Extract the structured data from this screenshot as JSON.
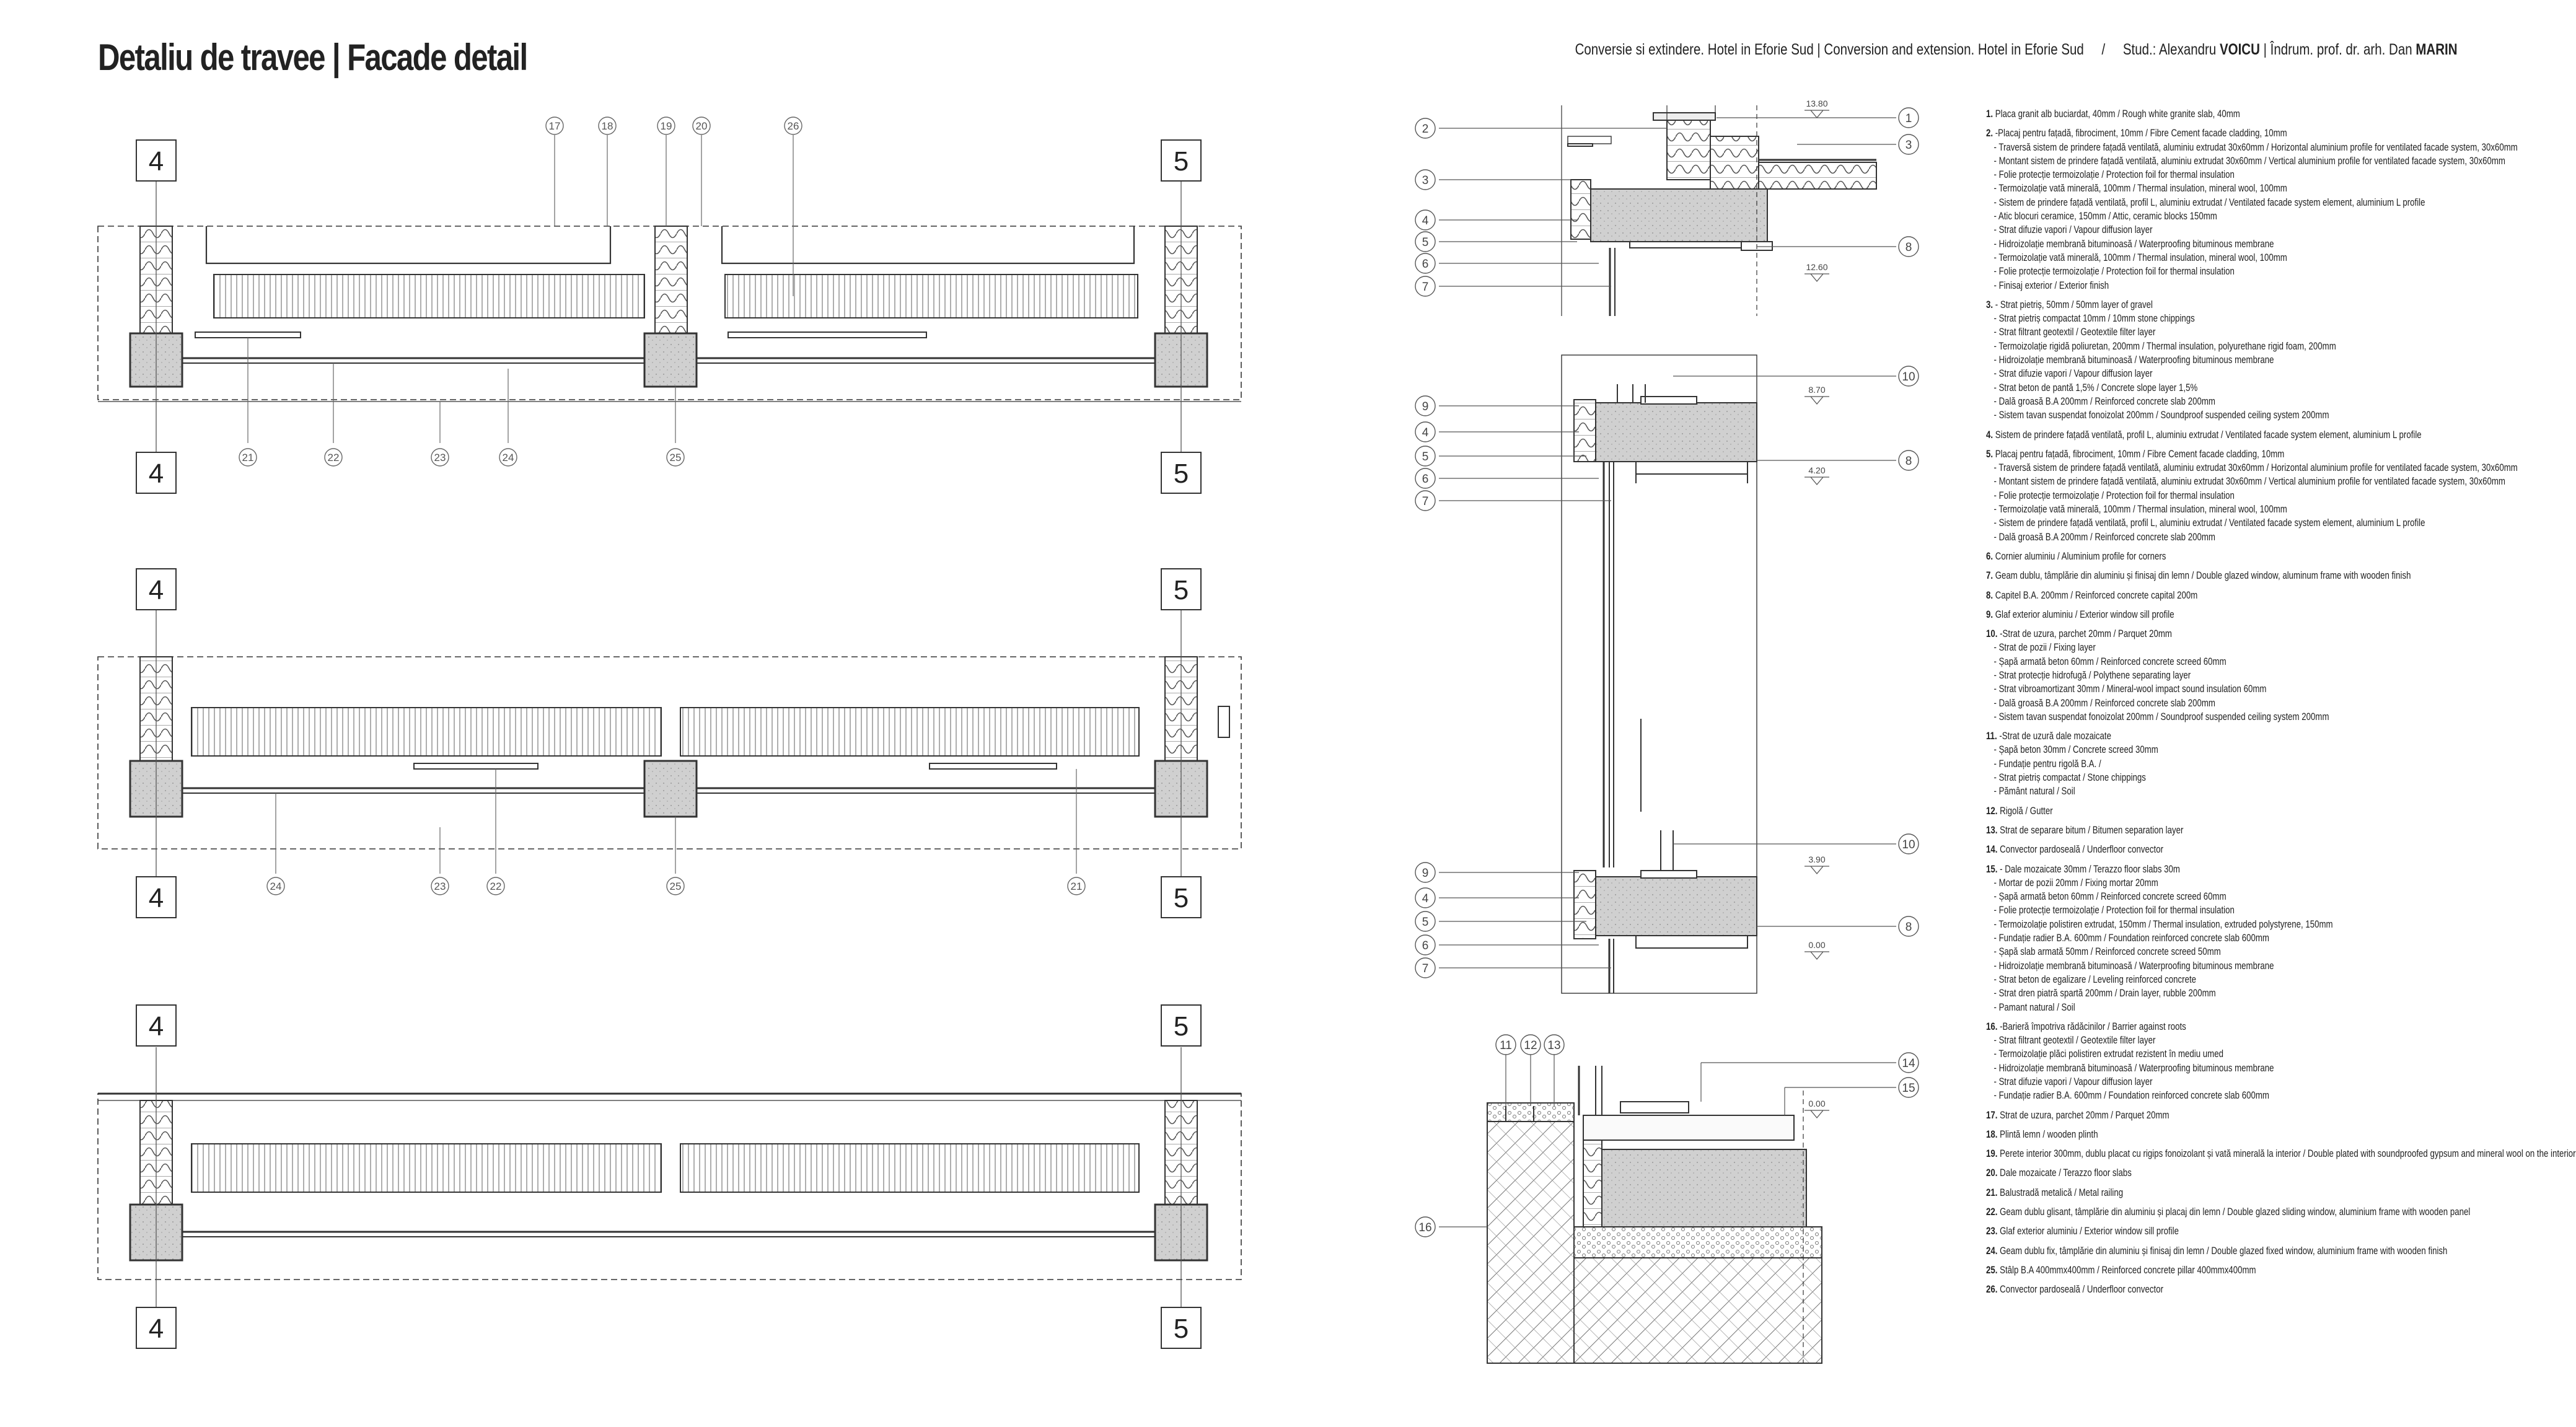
{
  "header": {
    "title": "Detaliu de travee | Facade detail",
    "project": "Conversie si extindere. Hotel in Eforie Sud | Conversion and extension. Hotel in Eforie Sud",
    "slash": "/",
    "student_prefix": "Stud.: Alexandru",
    "student_surname": "VOICU",
    "tutor_prefix": "| Îndrum. prof. dr. arh. Dan",
    "tutor_surname": "MARIN"
  },
  "grid_axes": {
    "left": "4",
    "right": "5"
  },
  "plan_tags": {
    "plan1_top": [
      "17",
      "18",
      "19",
      "20",
      "26"
    ],
    "plan1_bottom": [
      "21",
      "22",
      "23",
      "24",
      "25"
    ],
    "plan2_bottom": [
      "24",
      "23",
      "22",
      "25",
      "21"
    ]
  },
  "section_tags": {
    "top": [
      "2",
      "3",
      "4",
      "5",
      "6",
      "7"
    ],
    "top_right": [
      "1",
      "3",
      "8"
    ],
    "mid": [
      "9",
      "4",
      "5",
      "6",
      "7"
    ],
    "mid_right": [
      "10",
      "8"
    ],
    "low": [
      "9",
      "4",
      "5",
      "6",
      "7"
    ],
    "low_right": [
      "10",
      "8"
    ],
    "base_top": [
      "11",
      "12",
      "13"
    ],
    "base_right": [
      "14",
      "15"
    ],
    "base_left": [
      "16"
    ]
  },
  "levels": [
    "13.80",
    "12.60",
    "8.70",
    "4.20",
    "3.90",
    "0.00",
    "0.00"
  ],
  "legend": [
    {
      "num": "1.",
      "lines": [
        "Placa granit alb buciardat, 40mm / Rough white granite slab, 40mm"
      ]
    },
    {
      "num": "2.",
      "lines": [
        "-Placaj pentru fațadă, fibrociment, 10mm / Fibre Cement facade cladding, 10mm",
        "- Traversă sistem de prindere fațadă ventilată, aluminiu extrudat 30x60mm / Horizontal aluminium profile for ventilated facade system, 30x60mm",
        "- Montant sistem de prindere fațadă ventilată, aluminiu extrudat 30x60mm / Vertical aluminium profile for ventilated facade system, 30x60mm",
        "- Folie protecție termoizolație / Protection foil for thermal insulation",
        "- Termoizolație vată minerală, 100mm / Thermal insulation, mineral wool, 100mm",
        "- Sistem de prindere fațadă ventilată, profil L, aluminiu extrudat / Ventilated facade system element, aluminium L profile",
        "- Atic blocuri ceramice, 150mm / Attic, ceramic blocks 150mm",
        "- Strat difuzie vapori / Vapour diffusion layer",
        "- Hidroizolație membrană bituminoasă / Waterproofing bituminous membrane",
        "- Termoizolație vată minerală, 100mm / Thermal insulation, mineral wool, 100mm",
        "- Folie protecție termoizolație / Protection foil for thermal insulation",
        "- Finisaj exterior / Exterior finish"
      ]
    },
    {
      "num": "3.",
      "lines": [
        "- Strat pietriș, 50mm / 50mm layer of gravel",
        "- Strat pietriș compactat 10mm / 10mm stone chippings",
        "- Strat filtrant geotextil / Geotextile filter layer",
        "- Termoizolație rigidă poliuretan, 200mm / Thermal insulation, polyurethane rigid foam, 200mm",
        "- Hidroizolație membrană bituminoasă / Waterproofing bituminous membrane",
        "- Strat difuzie vapori / Vapour diffusion layer",
        "- Strat beton de pantă 1,5% / Concrete slope layer 1,5%",
        "- Dală groasă B.A 200mm / Reinforced concrete slab 200mm",
        "- Sistem tavan suspendat fonoizolat 200mm / Soundproof suspended ceiling system 200mm"
      ]
    },
    {
      "num": "4.",
      "lines": [
        "Sistem de prindere fațadă ventilată, profil L, aluminiu extrudat / Ventilated facade system element, aluminium L profile"
      ]
    },
    {
      "num": "5.",
      "lines": [
        "Placaj pentru fațadă, fibrociment, 10mm / Fibre Cement facade cladding, 10mm",
        "- Traversă sistem de prindere fațadă ventilată, aluminiu extrudat 30x60mm / Horizontal aluminium profile for ventilated facade system, 30x60mm",
        "- Montant sistem de prindere fațadă ventilată, aluminiu extrudat 30x60mm / Vertical aluminium profile for ventilated facade system, 30x60mm",
        "- Folie protecție termoizolație / Protection foil for thermal insulation",
        "- Termoizolație vată minerală, 100mm / Thermal insulation, mineral wool, 100mm",
        "- Sistem de prindere fațadă ventilată, profil L, aluminiu extrudat / Ventilated facade system element, aluminium L profile",
        "- Dală groasă B.A 200mm / Reinforced concrete slab 200mm"
      ]
    },
    {
      "num": "6.",
      "lines": [
        "Cornier aluminiu / Aluminium profile for corners"
      ]
    },
    {
      "num": "7.",
      "lines": [
        "Geam dublu, tâmplărie din aluminiu și finisaj din lemn / Double glazed window, aluminum frame with wooden finish"
      ]
    },
    {
      "num": "8.",
      "lines": [
        "Capitel B.A. 200mm / Reinforced concrete capital 200m"
      ]
    },
    {
      "num": "9.",
      "lines": [
        "Glaf exterior aluminiu / Exterior window sill profile"
      ]
    },
    {
      "num": "10.",
      "lines": [
        "-Strat de uzura, parchet 20mm / Parquet 20mm",
        "- Strat de pozii / Fixing layer",
        "- Șapă armată beton 60mm / Reinforced concrete screed 60mm",
        "- Strat protecție hidrofugă / Polythene separating layer",
        "- Strat vibroamortizant 30mm / Mineral-wool impact sound insulation 60mm",
        "- Dală groasă B.A 200mm / Reinforced concrete slab 200mm",
        "- Sistem tavan suspendat fonoizolat 200mm / Soundproof suspended ceiling system 200mm"
      ]
    },
    {
      "num": "11.",
      "lines": [
        "-Strat de uzură dale mozaicate",
        "- Șapă beton 30mm / Concrete screed 30mm",
        "- Fundație pentru rigolă B.A. /",
        "- Strat pietriș compactat / Stone chippings",
        "- Pământ natural / Soil"
      ]
    },
    {
      "num": "12.",
      "lines": [
        "Rigolă / Gutter"
      ]
    },
    {
      "num": "13.",
      "lines": [
        "Strat de separare bitum / Bitumen separation layer"
      ]
    },
    {
      "num": "14.",
      "lines": [
        "Convector pardoseală / Underfloor convector"
      ]
    },
    {
      "num": "15.",
      "lines": [
        "- Dale mozaicate 30mm / Terazzo floor slabs 30m",
        "- Mortar de pozii 20mm / Fixing mortar 20mm",
        "- Șapă armată beton 60mm / Reinforced concrete screed 60mm",
        "- Folie protecție termoizolație / Protection foil for thermal insulation",
        "- Termoizolație polistiren extrudat, 150mm / Thermal insulation, extruded polystyrene, 150mm",
        "- Fundație radier B.A. 600mm / Foundation reinforced concrete slab 600mm",
        "- Șapă slab armată 50mm / Reinforced concrete screed 50mm",
        "- Hidroizolație membrană bituminoasă / Waterproofing bituminous membrane",
        "- Strat beton de egalizare / Leveling reinforced concrete",
        "- Strat dren piatră spartă 200mm / Drain layer, rubble 200mm",
        "- Pamant natural / Soil"
      ]
    },
    {
      "num": "16.",
      "lines": [
        "-Barieră împotriva rădăcinilor / Barrier against roots",
        "- Strat filtrant geotextil / Geotextile filter layer",
        "- Termoizolație plăci polistiren extrudat rezistent în mediu umed",
        "- Hidroizolație membrană bituminoasă / Waterproofing bituminous membrane",
        "- Strat difuzie vapori / Vapour diffusion layer",
        "- Fundație radier B.A. 600mm / Foundation reinforced concrete slab 600mm"
      ]
    },
    {
      "num": "17.",
      "lines": [
        "Strat de uzura, parchet 20mm / Parquet 20mm"
      ]
    },
    {
      "num": "18.",
      "lines": [
        "Plintă lemn / wooden plinth"
      ]
    },
    {
      "num": "19.",
      "lines": [
        "Perete interior 300mm, dublu placat cu rigips fonoizolant și vată minerală la interior / Double plated with soundproofed gypsum and mineral wool on the interior"
      ]
    },
    {
      "num": "20.",
      "lines": [
        "Dale mozaicate / Terazzo floor slabs"
      ]
    },
    {
      "num": "21.",
      "lines": [
        "Balustradă metalică / Metal railing"
      ]
    },
    {
      "num": "22.",
      "lines": [
        "Geam dublu glisant, tâmplărie din aluminiu și placaj din lemn / Double glazed sliding window, aluminium frame with wooden panel"
      ]
    },
    {
      "num": "23.",
      "lines": [
        "Glaf exterior aluminiu / Exterior window sill profile"
      ]
    },
    {
      "num": "24.",
      "lines": [
        "Geam dublu fix, tâmplărie din aluminiu și finisaj din lemn / Double glazed fixed window, aluminium frame with wooden finish"
      ]
    },
    {
      "num": "25.",
      "lines": [
        "Stâlp B.A 400mmx400mm / Reinforced concrete pillar 400mmx400mm"
      ]
    },
    {
      "num": "26.",
      "lines": [
        "Convector pardoseală / Underfloor convector"
      ]
    }
  ]
}
